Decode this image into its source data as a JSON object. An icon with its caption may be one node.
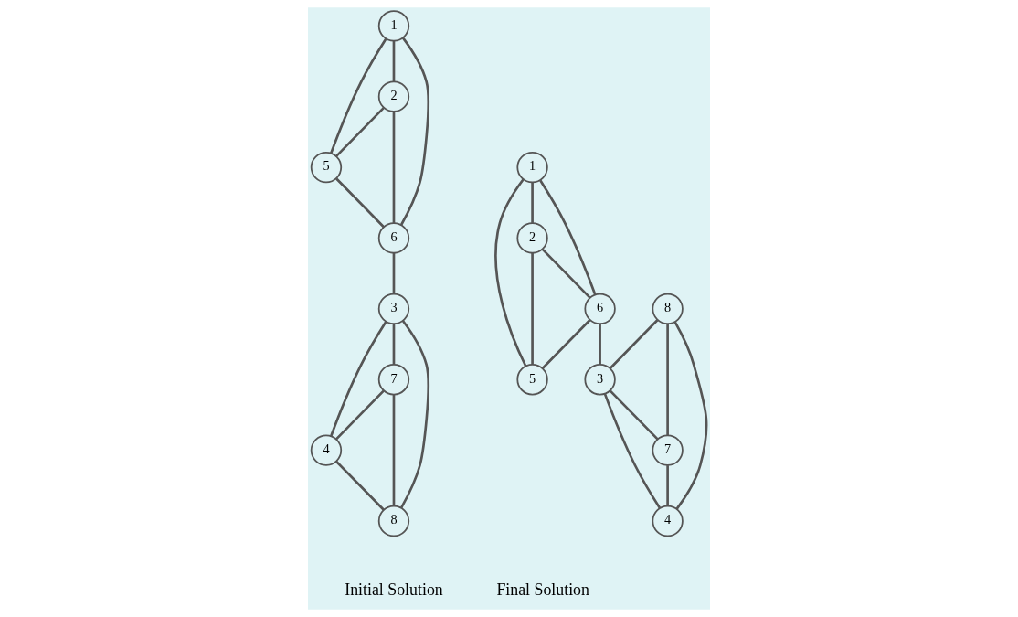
{
  "diagram": {
    "nodes": [
      {
        "text": [
          "1"
        ]
      },
      {
        "text": [
          "5"
        ]
      },
      {
        "text": [
          "2"
        ]
      },
      {
        "text": [
          "6"
        ]
      },
      {
        "text": [
          "3"
        ]
      },
      {
        "text": [
          "7"
        ]
      },
      {
        "text": [
          "4"
        ]
      },
      {
        "text": [
          "8"
        ]
      },
      {
        "text": [
          "1"
        ]
      },
      {
        "text": [
          "8"
        ]
      },
      {
        "text": [
          "3"
        ]
      },
      {
        "text": [
          "2"
        ]
      },
      {
        "text": [
          "6"
        ]
      },
      {
        "text": [
          "7"
        ]
      },
      {
        "text": [
          "5"
        ]
      },
      {
        "text": [
          "4"
        ]
      }
    ],
    "edges": [
      {
        "from": 0,
        "to": 1,
        "arrow": "none"
      },
      {
        "from": 0,
        "to": 2,
        "arrow": "none"
      },
      {
        "from": 1,
        "to": 3,
        "arrow": "none"
      },
      {
        "from": 2,
        "to": 3,
        "arrow": "none"
      },
      {
        "from": 0,
        "to": 3,
        "arrow": "none"
      },
      {
        "from": 2,
        "to": 1,
        "arrow": "none"
      },
      {
        "from": 3,
        "to": 4,
        "arrow": "none"
      },
      {
        "from": 4,
        "to": 5,
        "arrow": "none"
      },
      {
        "from": 4,
        "to": 6,
        "arrow": "none"
      },
      {
        "from": 5,
        "to": 7,
        "arrow": "none"
      },
      {
        "from": 6,
        "to": 7,
        "arrow": "none"
      },
      {
        "from": 4,
        "to": 7,
        "arrow": "none"
      },
      {
        "from": 5,
        "to": 6,
        "arrow": "none"
      },
      {
        "from": 8,
        "to": 11,
        "arrow": "none"
      },
      {
        "from": 8,
        "to": 12,
        "arrow": "none"
      },
      {
        "from": 11,
        "to": 14,
        "arrow": "none"
      },
      {
        "from": 12,
        "to": 14,
        "arrow": "none"
      },
      {
        "from": 8,
        "to": 14,
        "arrow": "none"
      },
      {
        "from": 11,
        "to": 12,
        "arrow": "none"
      },
      {
        "from": 12,
        "to": 10,
        "arrow": "none"
      },
      {
        "from": 9,
        "to": 10,
        "arrow": "none"
      },
      {
        "from": 9,
        "to": 13,
        "arrow": "none"
      },
      {
        "from": 10,
        "to": 15,
        "arrow": "none"
      },
      {
        "from": 13,
        "to": 15,
        "arrow": "none"
      },
      {
        "from": 9,
        "to": 15,
        "arrow": "none"
      },
      {
        "from": 10,
        "to": 13,
        "arrow": "none"
      }
    ],
    "labels": [
      "Initial Solution",
      "Final Solution"
    ]
  }
}
